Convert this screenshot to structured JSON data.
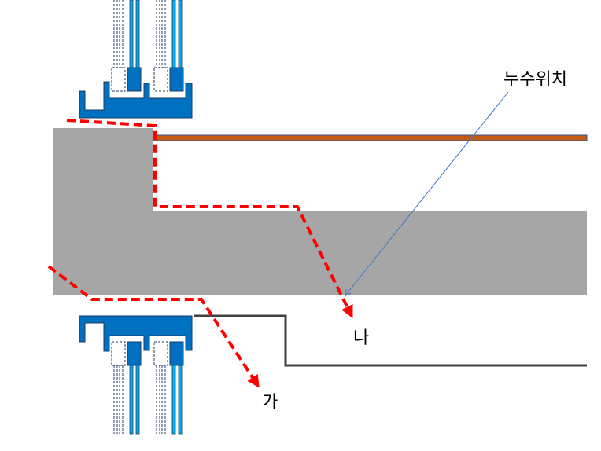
{
  "diagram": {
    "labels": {
      "leak_location": "누수위치",
      "path_a": "가",
      "path_b": "나"
    },
    "colors": {
      "concrete": "#a6a6a6",
      "waterproof_sheet": "#c55a11",
      "sheet_border": "#2f5597",
      "bracket_blue": "#0070c0",
      "bracket_border": "#1f3864",
      "pipe_light": "#00b0f0",
      "leak_path": "#ff0000",
      "leader_line": "#4472c4",
      "outline": "#404040"
    }
  }
}
